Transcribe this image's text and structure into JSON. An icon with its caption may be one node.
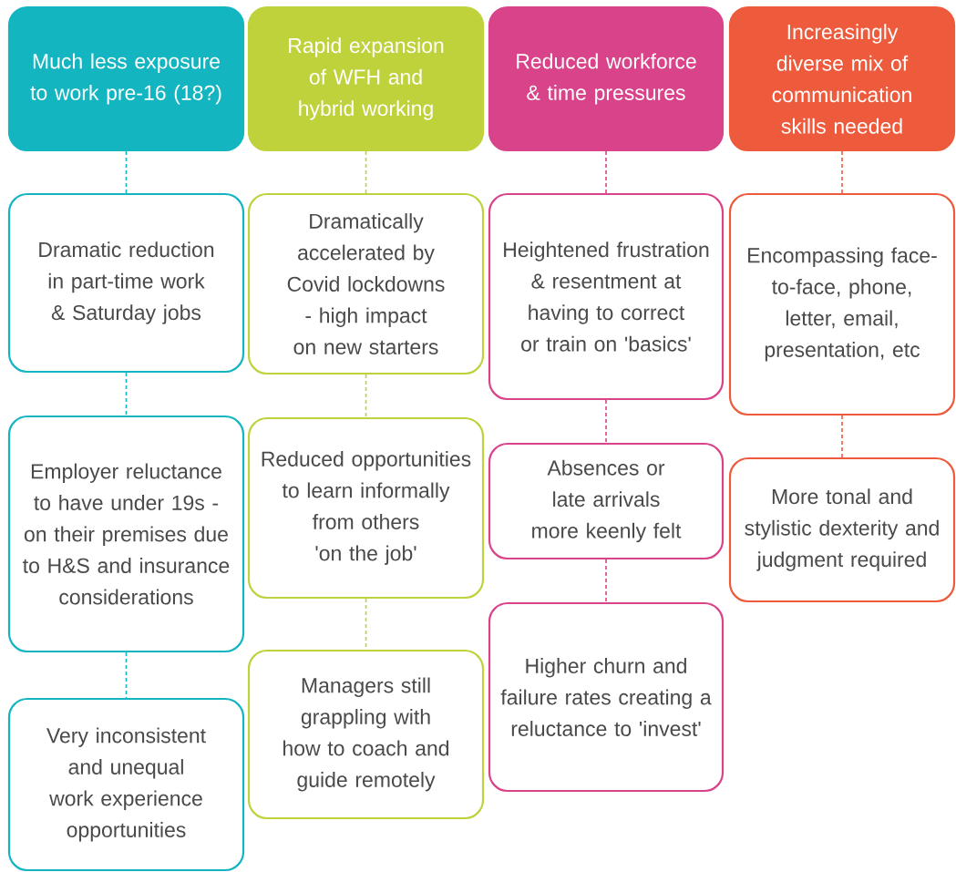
{
  "diagram": {
    "nodes": [
      {
        "text": [
          "Much less exposure to work pre-16 (18?)"
        ]
      },
      {
        "text": [
          "Dramatic reduction in part-time work & Saturday jobs"
        ]
      },
      {
        "text": [
          "Employer reluctance to have under 19s - on their premises due to H&S and insurance considerations"
        ]
      },
      {
        "text": [
          "Very inconsistent and unequal work experience opportunities"
        ]
      },
      {
        "text": [
          "Rapid expansion of WFH and hybrid working"
        ]
      },
      {
        "text": [
          "Dramatically accelerated by Covid lockdowns - high impact on new starters"
        ]
      },
      {
        "text": [
          "Reduced opportunities to learn informally from others 'on the job'"
        ]
      },
      {
        "text": [
          "Managers still grappling with how to coach and guide remotely"
        ]
      },
      {
        "text": [
          "Reduced workforce & time pressures"
        ]
      },
      {
        "text": [
          "Heightened frustration & resentment at having to correct or train on 'basics'"
        ]
      },
      {
        "text": [
          "Absences or late arrivals more keenly felt"
        ]
      },
      {
        "text": [
          "Higher churn and failure rates creating a reluctance to 'invest'"
        ]
      },
      {
        "text": [
          "Increasingly diverse mix of communication skills needed"
        ]
      },
      {
        "text": [
          "Encompassing face-to-face, phone, letter, email, presentation, etc"
        ]
      },
      {
        "text": [
          "More tonal and stylistic dexterity and judgment required"
        ]
      }
    ],
    "edges": [
      {
        "from": 0,
        "to": 1,
        "arrow": "none",
        "style": "dashed",
        "color": "#13b5c1"
      },
      {
        "from": 1,
        "to": 2,
        "arrow": "none",
        "style": "dashed",
        "color": "#13b5c1"
      },
      {
        "from": 2,
        "to": 3,
        "arrow": "none",
        "style": "dashed",
        "color": "#13b5c1"
      },
      {
        "from": 4,
        "to": 5,
        "arrow": "none",
        "style": "dashed",
        "color": "#bfd23c"
      },
      {
        "from": 5,
        "to": 6,
        "arrow": "none",
        "style": "dashed",
        "color": "#bfd23c"
      },
      {
        "from": 6,
        "to": 7,
        "arrow": "none",
        "style": "dashed",
        "color": "#bfd23c"
      },
      {
        "from": 8,
        "to": 9,
        "arrow": "none",
        "style": "dashed",
        "color": "#d9438a"
      },
      {
        "from": 9,
        "to": 10,
        "arrow": "none",
        "style": "dashed",
        "color": "#d9438a"
      },
      {
        "from": 10,
        "to": 11,
        "arrow": "none",
        "style": "dashed",
        "color": "#d9438a"
      },
      {
        "from": 12,
        "to": 13,
        "arrow": "none",
        "style": "dashed",
        "color": "#ee5a3c"
      },
      {
        "from": 13,
        "to": 14,
        "arrow": "none",
        "style": "dashed",
        "color": "#ee5a3c"
      }
    ]
  }
}
